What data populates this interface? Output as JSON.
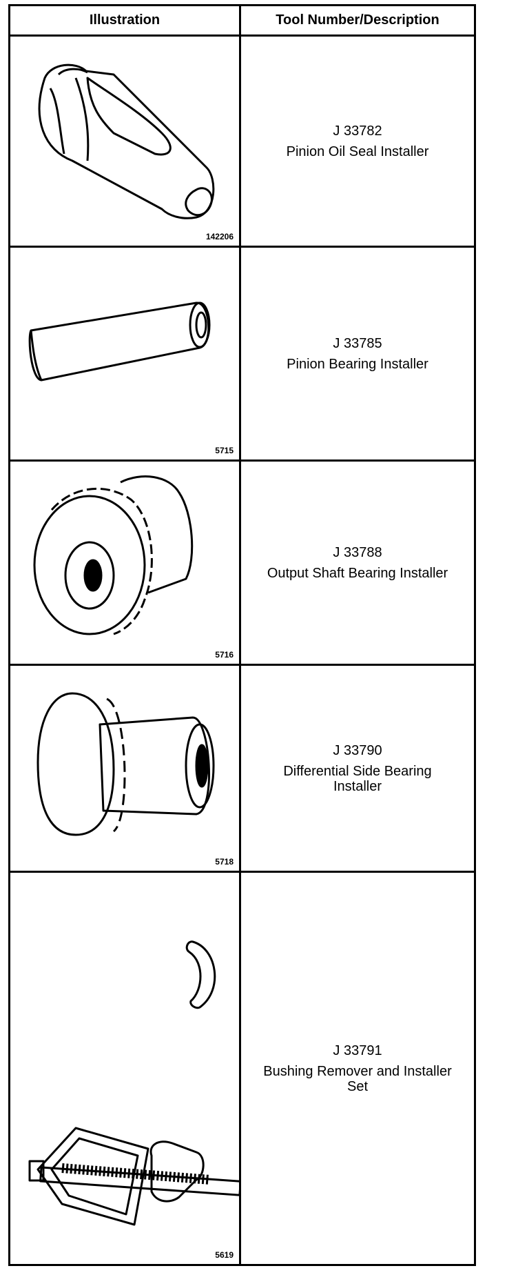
{
  "table": {
    "headers": {
      "illustration": "Illustration",
      "tool": "Tool Number/Description"
    },
    "rows": [
      {
        "tool_number": "J 33782",
        "description": "Pinion Oil Seal Installer",
        "figure": "142206",
        "icon": "seal-installer-icon"
      },
      {
        "tool_number": "J 33785",
        "description": "Pinion Bearing Installer",
        "figure": "5715",
        "icon": "bearing-installer-tube-icon"
      },
      {
        "tool_number": "J 33788",
        "description": "Output Shaft Bearing Installer",
        "figure": "5716",
        "icon": "output-shaft-installer-icon"
      },
      {
        "tool_number": "J 33790",
        "description": "Differential Side Bearing Installer",
        "figure": "5718",
        "icon": "side-bearing-installer-icon"
      },
      {
        "tool_number": "J 33791",
        "description": "Bushing Remover and Installer Set",
        "figure": "5619",
        "icon": "bushing-remover-set-icon"
      }
    ]
  }
}
